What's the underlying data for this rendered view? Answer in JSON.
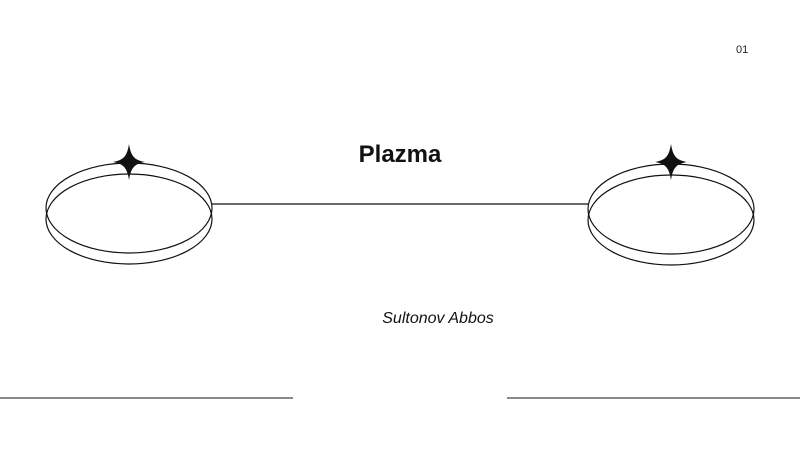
{
  "slide": {
    "page_number": "01",
    "title": "Plazma",
    "author": "Sultonov Abbos"
  },
  "decorations": {
    "left_orbit": {
      "icon": "ring-with-star-icon"
    },
    "right_orbit": {
      "icon": "ring-with-star-icon"
    },
    "stroke_color": "#111111",
    "background": "#ffffff"
  }
}
